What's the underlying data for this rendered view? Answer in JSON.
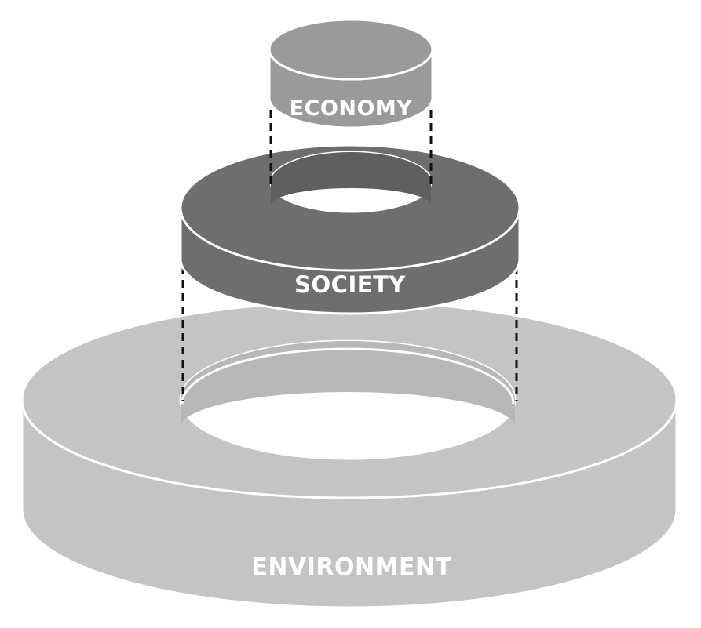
{
  "layers": {
    "economy": {
      "label": "ECONOMY",
      "color": "#9a9a9a"
    },
    "society": {
      "label": "SOCIETY",
      "color": "#6e6e6e"
    },
    "environment": {
      "label": "ENVIRONMENT",
      "color": "#c4c4c4"
    }
  }
}
